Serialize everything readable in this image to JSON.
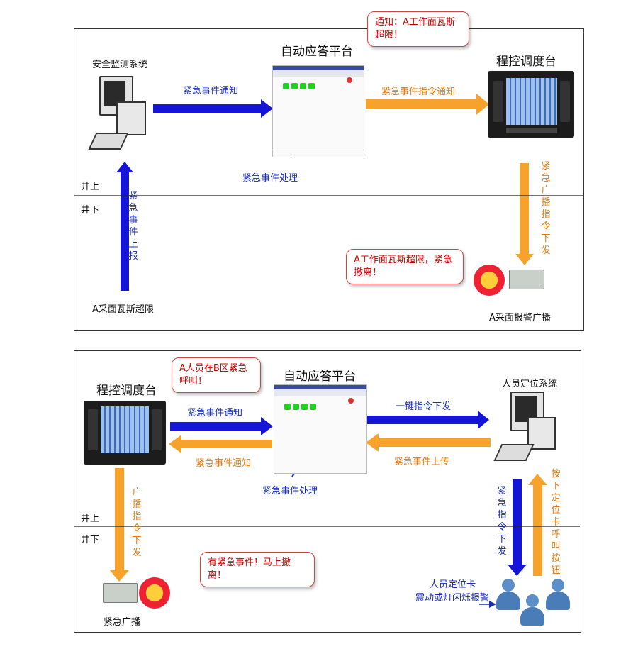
{
  "top": {
    "monitor_label": "安全监测系统",
    "platform_label": "自动应答平台",
    "dispatch_label": "程控调度台",
    "arrow_notify": "紧急事件通知",
    "arrow_cmd": "紧急事件指令通知",
    "process_label": "紧急事件处理",
    "report_vertical": "紧急事件上报",
    "broadcast_vertical": "紧急广播指令下发",
    "source_label": "A采面瓦斯超限",
    "alarm_label": "A采面报警广播",
    "above": "井上",
    "below": "井下",
    "bubble_notice": "通知：A工作面瓦斯超限！",
    "bubble_evacuate": "A工作面瓦斯超限，紧急撤离！"
  },
  "bottom": {
    "dispatch_label": "程控调度台",
    "platform_label": "自动应答平台",
    "locator_label": "人员定位系统",
    "arrow_notify": "紧急事件通知",
    "arrow_notify_back": "紧急事件通知",
    "arrow_onekey": "一键指令下发",
    "arrow_upload": "紧急事件上传",
    "process_label": "紧急事件处理",
    "broadcast_vertical": "广播指令下发",
    "cmd_vertical": "紧急指令下发",
    "press_vertical": "按下定位卡呼叫按钮",
    "card_label": "人员定位卡",
    "card_alert": "震动或灯闪烁报警",
    "broadcast_label": "紧急广播",
    "above": "井上",
    "below": "井下",
    "bubble_call": "A人员在B区紧急呼叫！",
    "bubble_evacuate": "有紧急事件！马上撤离！"
  },
  "colors": {
    "blue": "#1515d8",
    "orange": "#f6a22b",
    "green": "#1fd21f"
  }
}
